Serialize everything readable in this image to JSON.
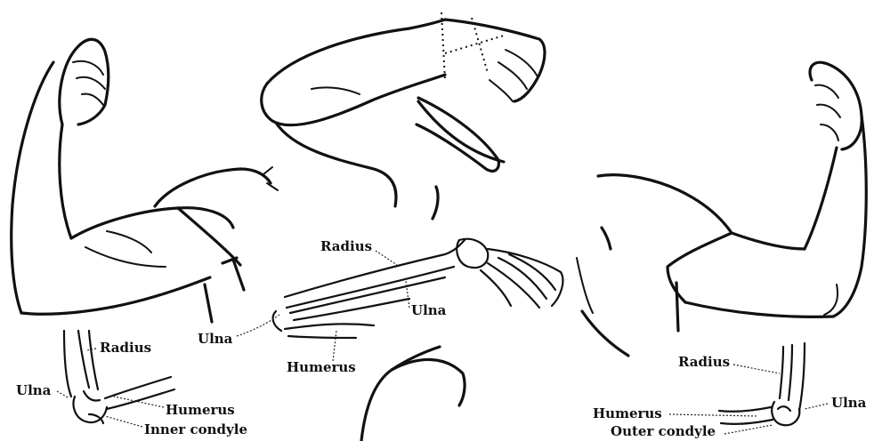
{
  "labels": {
    "center_radius": "Radius",
    "center_ulna_top": "Ulna",
    "center_ulna_left": "Ulna",
    "center_humerus": "Humerus",
    "left_radius": "Radius",
    "left_ulna": "Ulna",
    "left_humerus": "Humerus",
    "left_inner_condyle": "Inner condyle",
    "right_radius": "Radius",
    "right_ulna": "Ulna",
    "right_humerus": "Humerus",
    "right_outer_condyle": "Outer condyle"
  },
  "colors": {
    "ink": "#111111",
    "paper": "#ffffff"
  }
}
